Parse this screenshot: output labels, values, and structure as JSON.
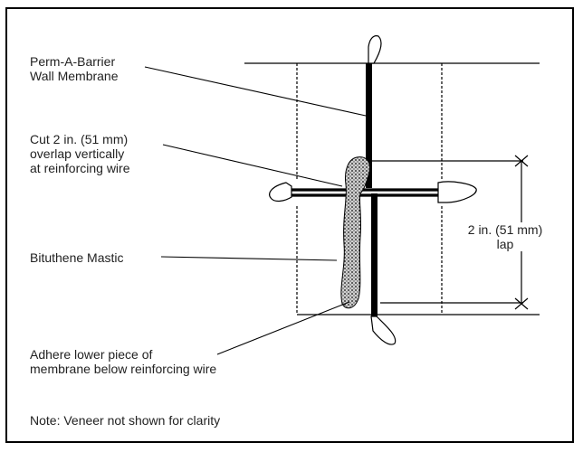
{
  "labels": {
    "membrane": "Perm-A-Barrier\nWall Membrane",
    "cut_overlap": "Cut 2 in. (51 mm)\noverlap vertically\nat reinforcing wire",
    "mastic": "Bituthene Mastic",
    "adhere": "Adhere lower piece of\nmembrane below reinforcing wire",
    "lap": "2 in. (51 mm)\nlap",
    "note": "Note: Veneer not shown for clarity"
  },
  "colors": {
    "line": "#000000",
    "text": "#222222",
    "mastic": "#bdbdbd",
    "background": "#ffffff"
  }
}
